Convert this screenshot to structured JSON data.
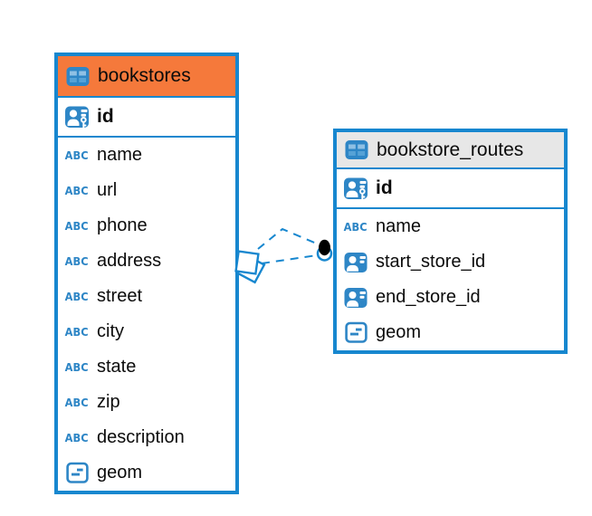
{
  "colors": {
    "accent_blue": "#1787cf",
    "icon_blue": "#2e86c6",
    "icon_blue_light": "#8fc0e4",
    "icon_blue_mid": "#56a2d6",
    "header_orange": "#f5793b",
    "header_gray": "#e7e7e7",
    "text_black": "#0b0b0b",
    "connector_dot_black": "#000000",
    "background": "#ffffff"
  },
  "diagram": {
    "tables": [
      {
        "title": "bookstores",
        "header_style": "orange",
        "header_icon": "table-icon",
        "columns": [
          {
            "name": "id",
            "icon": "user-key-icon",
            "key": true
          },
          {
            "name": "name",
            "icon": "abc-icon"
          },
          {
            "name": "url",
            "icon": "abc-icon"
          },
          {
            "name": "phone",
            "icon": "abc-icon"
          },
          {
            "name": "address",
            "icon": "abc-icon"
          },
          {
            "name": "street",
            "icon": "abc-icon"
          },
          {
            "name": "city",
            "icon": "abc-icon"
          },
          {
            "name": "state",
            "icon": "abc-icon"
          },
          {
            "name": "zip",
            "icon": "abc-icon"
          },
          {
            "name": "description",
            "icon": "abc-icon"
          },
          {
            "name": "geom",
            "icon": "geometry-icon"
          }
        ]
      },
      {
        "title": "bookstore_routes",
        "header_style": "gray",
        "header_icon": "table-icon",
        "columns": [
          {
            "name": "id",
            "icon": "user-key-icon",
            "key": true
          },
          {
            "name": "name",
            "icon": "abc-icon"
          },
          {
            "name": "start_store_id",
            "icon": "user-card-icon"
          },
          {
            "name": "end_store_id",
            "icon": "user-card-icon"
          },
          {
            "name": "geom",
            "icon": "geometry-icon"
          }
        ]
      }
    ],
    "relationship": {
      "from_table": "bookstores",
      "to_table": "bookstore_routes",
      "line_style": "dashed",
      "edge_count": 2,
      "from_marker": "stacked-squares",
      "to_marker": "filled-dot"
    }
  }
}
